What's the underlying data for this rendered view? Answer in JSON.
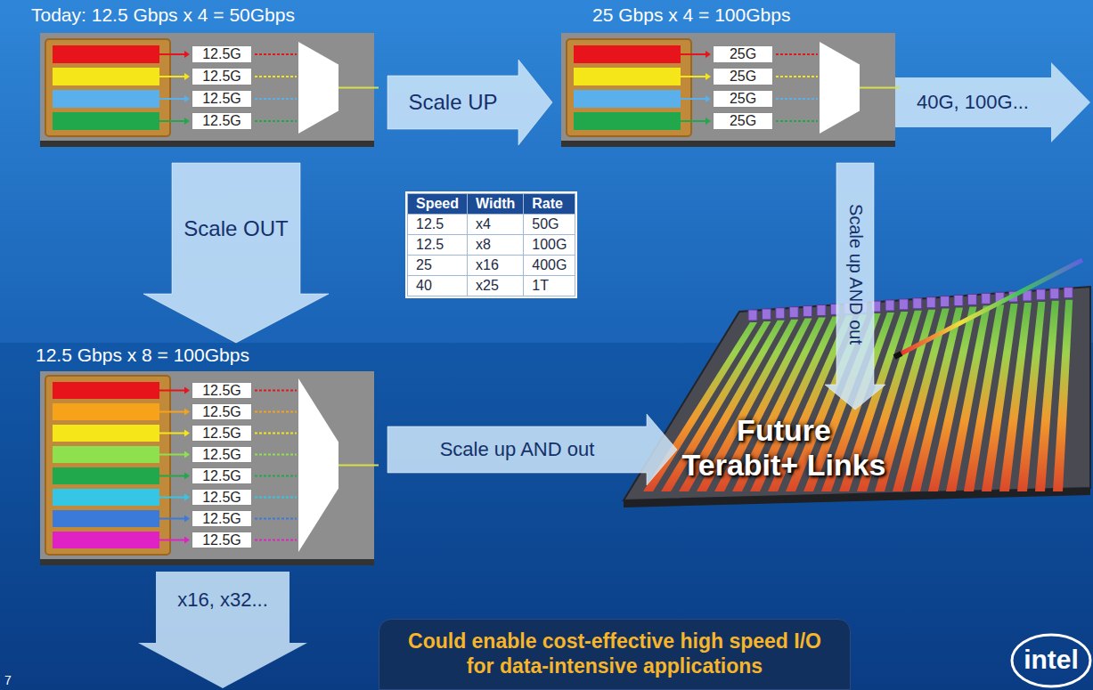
{
  "diagram": {
    "nodes": [
      {
        "text": [
          "Today: 12.5 Gbps x 4 = 50Gbps"
        ]
      },
      {
        "text": [
          "12.5G"
        ],
        "in": 0
      },
      {
        "text": [
          "12.5G"
        ],
        "in": 0
      },
      {
        "text": [
          "12.5G"
        ],
        "in": 0
      },
      {
        "text": [
          "12.5G"
        ],
        "in": 0
      },
      {
        "text": [
          "25 Gbps x 4 = 100Gbps"
        ]
      },
      {
        "text": [
          "25G"
        ],
        "in": 5
      },
      {
        "text": [
          "25G"
        ],
        "in": 5
      },
      {
        "text": [
          "25G"
        ],
        "in": 5
      },
      {
        "text": [
          "25G"
        ],
        "in": 5
      },
      {
        "text": [
          "12.5 Gbps x 8 = 100Gbps"
        ]
      },
      {
        "text": [
          "12.5G"
        ],
        "in": 10
      },
      {
        "text": [
          "12.5G"
        ],
        "in": 10
      },
      {
        "text": [
          "12.5G"
        ],
        "in": 10
      },
      {
        "text": [
          "12.5G"
        ],
        "in": 10
      },
      {
        "text": [
          "12.5G"
        ],
        "in": 10
      },
      {
        "text": [
          "12.5G"
        ],
        "in": 10
      },
      {
        "text": [
          "12.5G"
        ],
        "in": 10
      },
      {
        "text": [
          "12.5G"
        ],
        "in": 10
      },
      {
        "text": [
          "Future Terabit+ Links"
        ]
      },
      {
        "text": [
          "Could enable cost-effective high speed I/O for data-intensive applications"
        ]
      }
    ],
    "edges": [
      {
        "from": 0,
        "to": 5,
        "arrow": "to",
        "label": "Scale UP"
      },
      {
        "from": 0,
        "to": 10,
        "arrow": "to",
        "label": "Scale OUT"
      },
      {
        "from": 10,
        "to": 19,
        "arrow": "to",
        "label": "Scale up AND out"
      },
      {
        "from": 5,
        "to": 19,
        "arrow": "to",
        "label": "Scale up AND out"
      }
    ],
    "labels": [
      "Speed",
      "Width",
      "Rate",
      "12.5",
      "x4",
      "50G",
      "12.5",
      "x8",
      "100G",
      "25",
      "x16",
      "400G",
      "40",
      "x25",
      "1T",
      "40G, 100G...",
      "x16, x32...",
      "intel",
      "7"
    ]
  }
}
